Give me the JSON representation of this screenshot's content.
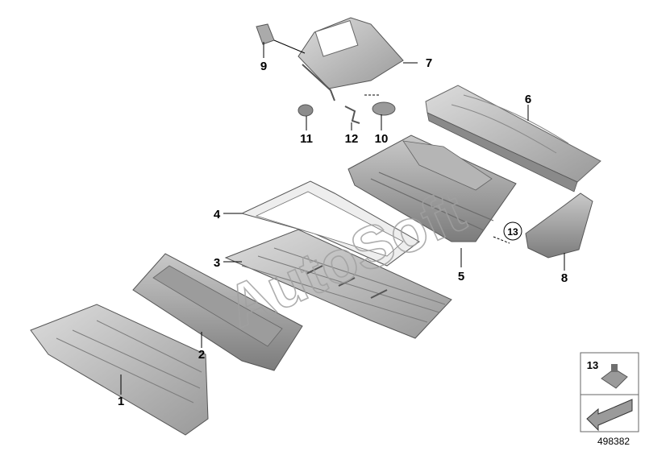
{
  "diagram": {
    "callouts": [
      {
        "id": "1",
        "text": "1"
      },
      {
        "id": "2",
        "text": "2"
      },
      {
        "id": "3",
        "text": "3"
      },
      {
        "id": "4",
        "text": "4"
      },
      {
        "id": "5",
        "text": "5"
      },
      {
        "id": "6",
        "text": "6"
      },
      {
        "id": "7",
        "text": "7"
      },
      {
        "id": "8",
        "text": "8"
      },
      {
        "id": "9",
        "text": "9"
      },
      {
        "id": "10",
        "text": "10"
      },
      {
        "id": "11",
        "text": "11"
      },
      {
        "id": "12",
        "text": "12"
      },
      {
        "id": "13",
        "text": "13"
      }
    ],
    "legend_label": "13",
    "watermark": "AutoSoft",
    "document_number": "498382"
  }
}
